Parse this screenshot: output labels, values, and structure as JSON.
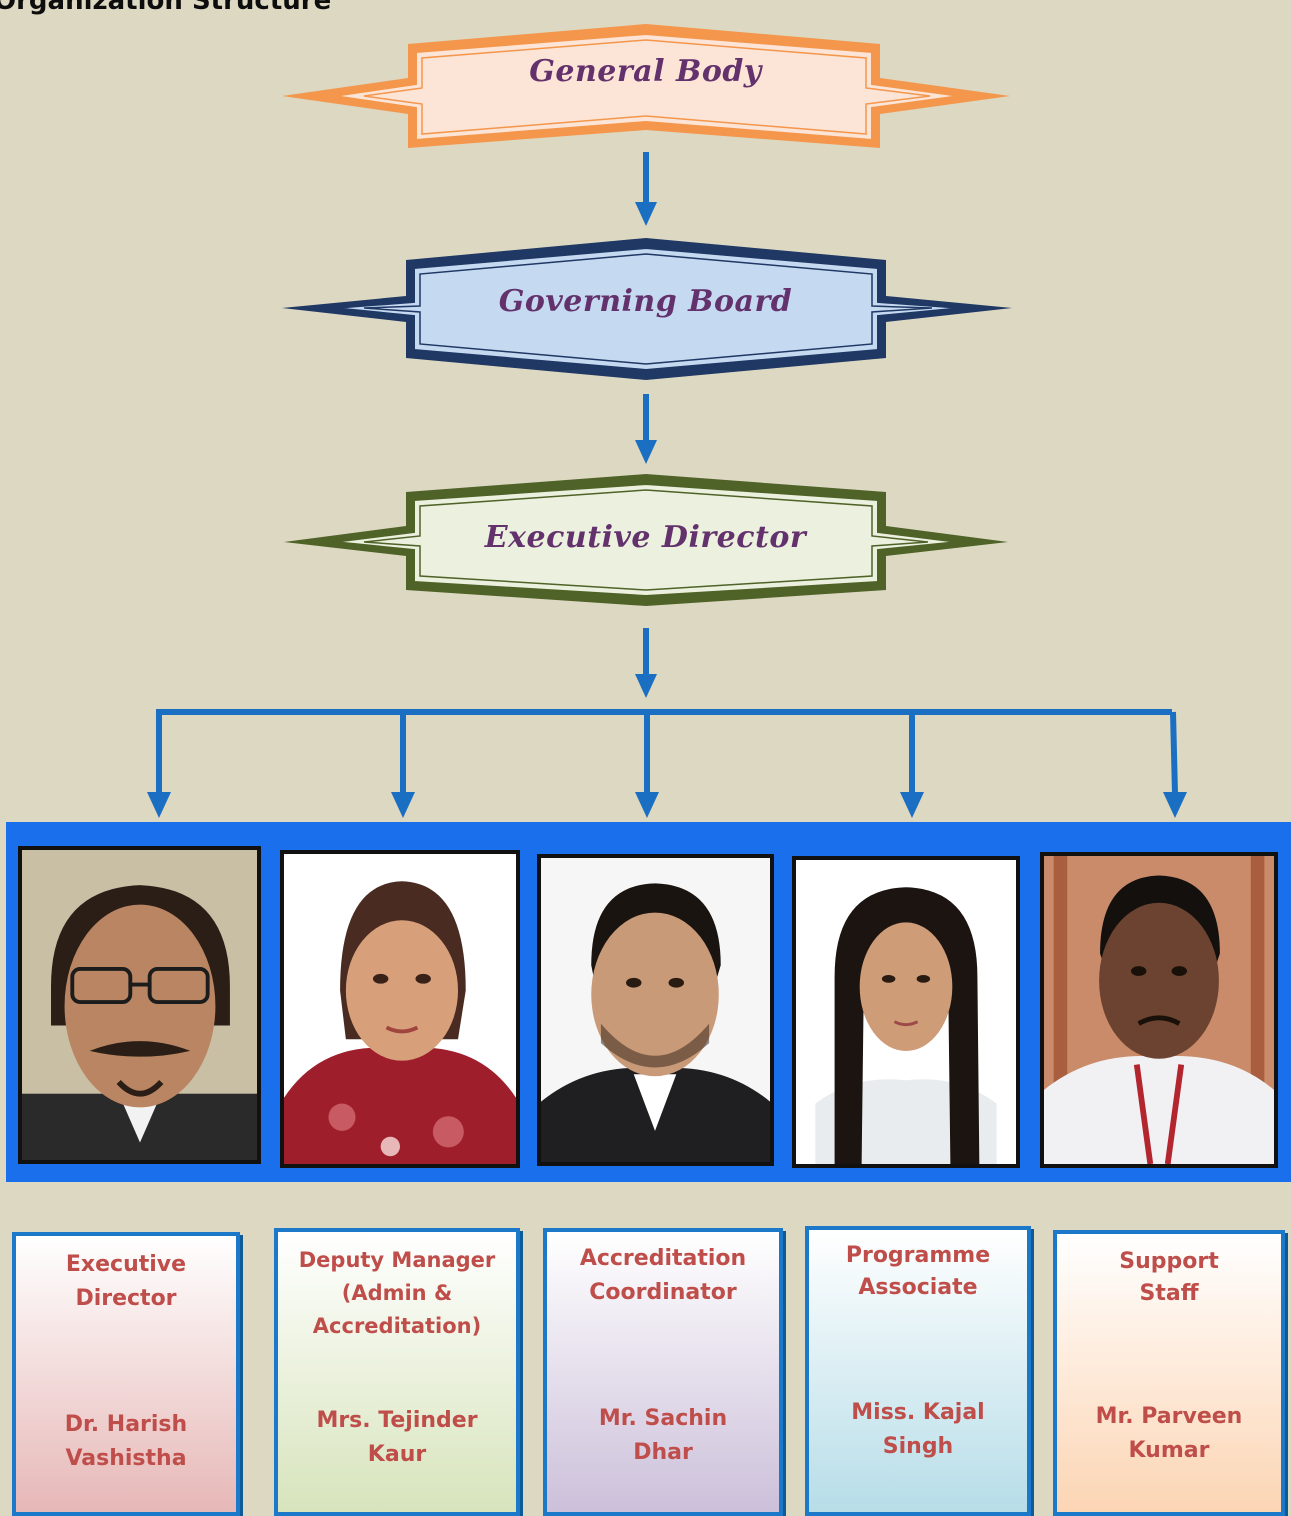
{
  "page_title": "Organization Structure",
  "levels": [
    {
      "label": "General Body",
      "fill": "#fce4d6",
      "stroke": "#f4964b"
    },
    {
      "label": "Governing Board",
      "fill": "#c5d9f1",
      "stroke": "#1f3864"
    },
    {
      "label": "Executive Director",
      "fill": "#ebf1de",
      "stroke": "#4f6228"
    }
  ],
  "connector_color": "#1b6fc2",
  "photo_strip_color": "#1a6fec",
  "staff": [
    {
      "role": "Executive Director",
      "name": "Dr. Harish Vashistha",
      "portrait": "man-glasses-mustache-portrait",
      "gradient": [
        "#ffffff",
        "#e6b8b7"
      ]
    },
    {
      "role": "Deputy Manager (Admin & Accreditation)",
      "name": "Mrs. Tejinder Kaur",
      "portrait": "woman-red-scarf-portrait",
      "gradient": [
        "#ffffff",
        "#d7e4bc"
      ]
    },
    {
      "role": "Accreditation Coordinator",
      "name": "Mr. Sachin Dhar",
      "portrait": "man-dark-suit-portrait",
      "gradient": [
        "#ffffff",
        "#ccc0da"
      ]
    },
    {
      "role": "Programme Associate",
      "name": "Miss. Kajal Singh",
      "portrait": "young-woman-long-hair-portrait",
      "gradient": [
        "#ffffff",
        "#b7dde8"
      ]
    },
    {
      "role": "Support Staff",
      "name": "Mr. Parveen Kumar",
      "portrait": "man-white-shirt-lanyard-portrait",
      "gradient": [
        "#ffffff",
        "#fcd5b4"
      ]
    }
  ]
}
